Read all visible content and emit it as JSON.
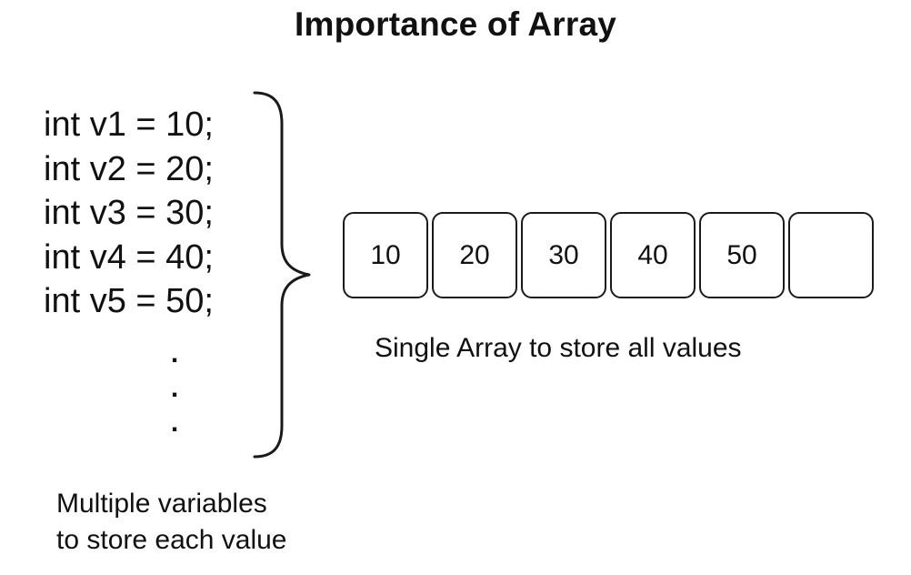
{
  "title": "Importance of Array",
  "code_lines": [
    "int v1 = 10;",
    "int v2 = 20;",
    "int v3 = 30;",
    "int v4 = 40;",
    "int v5 = 50;"
  ],
  "ellipsis": [
    ".",
    ".",
    "."
  ],
  "array_cells": [
    "10",
    "20",
    "30",
    "40",
    "50",
    ""
  ],
  "array_caption": "Single Array to store all values",
  "vars_caption": {
    "line1": "Multiple variables",
    "line2": "to store each value"
  },
  "colors": {
    "stroke": "#1a1a1a",
    "text": "#111111",
    "background": "#ffffff"
  }
}
